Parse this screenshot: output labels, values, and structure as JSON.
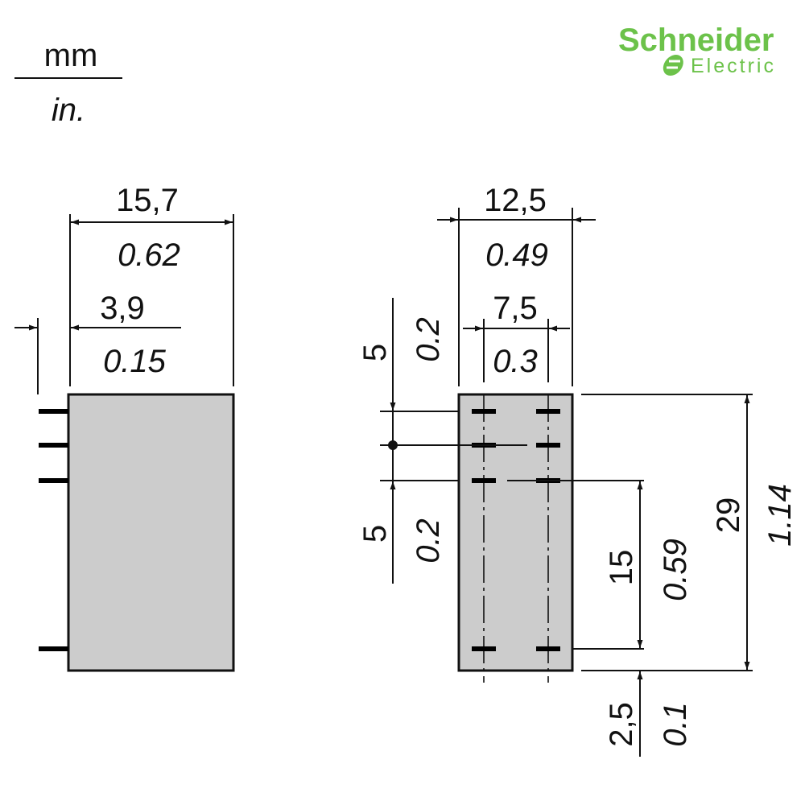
{
  "units": {
    "primary": "mm",
    "secondary": "in."
  },
  "logo": {
    "brand": "Schneider",
    "sub": "Electric",
    "color": "#6cc24a"
  },
  "side_view": {
    "width": {
      "mm": "15,7",
      "in": "0.62"
    },
    "pin_offset": {
      "mm": "3,9",
      "in": "0.15"
    }
  },
  "bottom_view": {
    "width": {
      "mm": "12,5",
      "in": "0.49"
    },
    "pin_pitch_x": {
      "mm": "7,5",
      "in": "0.3"
    },
    "pin_pitch_top": {
      "mm": "5",
      "in": "0.2"
    },
    "pin_pitch_bottom": {
      "mm": "5",
      "in": "0.2"
    },
    "pin_row_spacing": {
      "mm": "15",
      "in": "0.59"
    },
    "length": {
      "mm": "29",
      "in": "1.14"
    },
    "edge_offset": {
      "mm": "2,5",
      "in": "0.1"
    }
  },
  "colors": {
    "body": "#cccccc",
    "line": "#111111"
  }
}
